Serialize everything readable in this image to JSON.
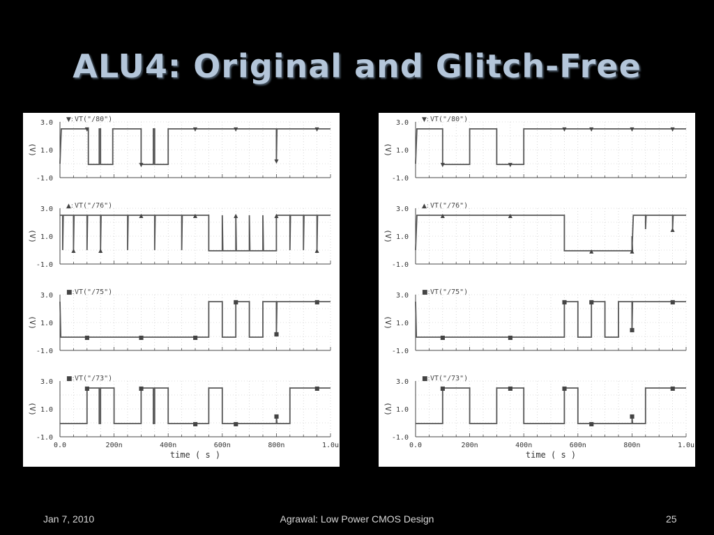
{
  "slide": {
    "title": "ALU4: Original and Glitch-Free",
    "footer_date": "Jan 7, 2010",
    "footer_center": "Agrawal: Low Power CMOS Design",
    "page_number": "25"
  },
  "colors": {
    "background": "#000000",
    "title": "#b4c6da",
    "plot_background": "#ffffff",
    "trace": "#555555",
    "grid": "#bdbdbd"
  },
  "chart_data": [
    {
      "type": "line",
      "panel": "left",
      "xlabel": "time ( s )",
      "x_ticks": [
        "0.0",
        "200n",
        "400n",
        "600n",
        "800n",
        "1.0u"
      ],
      "xlim": [
        0,
        1000
      ],
      "y_ticks": [
        "3.0",
        "1.0",
        "-1.0"
      ],
      "ylim": [
        -1.0,
        3.0
      ],
      "ylabel": "(V)",
      "grid": true,
      "series": [
        {
          "name": "VT(\"/80\")",
          "marker": "▼",
          "points": [
            [
              0,
              0
            ],
            [
              5,
              2.5
            ],
            [
              105,
              2.5
            ],
            [
              105,
              -0.05
            ],
            [
              145,
              -0.05
            ],
            [
              145,
              2.5
            ],
            [
              150,
              2.5
            ],
            [
              150,
              -0.05
            ],
            [
              195,
              -0.05
            ],
            [
              195,
              2.5
            ],
            [
              300,
              2.5
            ],
            [
              300,
              -0.05
            ],
            [
              345,
              -0.05
            ],
            [
              345,
              2.5
            ],
            [
              350,
              2.5
            ],
            [
              350,
              -0.05
            ],
            [
              400,
              -0.05
            ],
            [
              400,
              2.5
            ],
            [
              800,
              2.5
            ],
            [
              800,
              0.2
            ],
            [
              802,
              2.5
            ],
            [
              1000,
              2.5
            ]
          ],
          "marker_x": [
            100,
            300,
            500,
            650,
            800,
            950
          ]
        },
        {
          "name": "VT(\"/76\")",
          "marker": "▲",
          "points": [
            [
              0,
              2.5
            ],
            [
              10,
              2.5
            ],
            [
              10,
              0
            ],
            [
              12,
              2.5
            ],
            [
              50,
              2.5
            ],
            [
              50,
              0
            ],
            [
              52,
              2.5
            ],
            [
              100,
              2.5
            ],
            [
              100,
              0
            ],
            [
              102,
              2.5
            ],
            [
              150,
              2.5
            ],
            [
              150,
              0
            ],
            [
              152,
              2.5
            ],
            [
              250,
              2.5
            ],
            [
              250,
              0
            ],
            [
              252,
              2.5
            ],
            [
              350,
              2.5
            ],
            [
              350,
              0
            ],
            [
              352,
              2.5
            ],
            [
              450,
              2.5
            ],
            [
              450,
              0
            ],
            [
              452,
              2.5
            ],
            [
              550,
              2.5
            ],
            [
              550,
              -0.05
            ],
            [
              600,
              -0.05
            ],
            [
              600,
              2.5
            ],
            [
              602,
              -0.05
            ],
            [
              650,
              -0.05
            ],
            [
              650,
              2.5
            ],
            [
              652,
              -0.05
            ],
            [
              700,
              -0.05
            ],
            [
              700,
              2.5
            ],
            [
              702,
              -0.05
            ],
            [
              750,
              -0.05
            ],
            [
              750,
              2.5
            ],
            [
              752,
              -0.05
            ],
            [
              800,
              -0.05
            ],
            [
              800,
              2.5
            ],
            [
              850,
              2.5
            ],
            [
              850,
              0
            ],
            [
              852,
              2.5
            ],
            [
              900,
              2.5
            ],
            [
              900,
              0
            ],
            [
              902,
              2.5
            ],
            [
              950,
              2.5
            ],
            [
              950,
              0
            ],
            [
              952,
              2.5
            ],
            [
              1000,
              2.5
            ]
          ],
          "marker_x": [
            50,
            150,
            300,
            500,
            650,
            800,
            950
          ]
        },
        {
          "name": "VT(\"/75\")",
          "marker": "■",
          "points": [
            [
              0,
              2.5
            ],
            [
              3,
              -0.05
            ],
            [
              550,
              -0.05
            ],
            [
              550,
              2.5
            ],
            [
              600,
              2.5
            ],
            [
              600,
              -0.05
            ],
            [
              650,
              -0.05
            ],
            [
              650,
              2.5
            ],
            [
              700,
              2.5
            ],
            [
              700,
              -0.05
            ],
            [
              750,
              -0.05
            ],
            [
              750,
              2.5
            ],
            [
              800,
              2.5
            ],
            [
              800,
              0.2
            ],
            [
              802,
              2.5
            ],
            [
              1000,
              2.5
            ]
          ],
          "marker_x": [
            100,
            300,
            500,
            650,
            800,
            950
          ]
        },
        {
          "name": "VT(\"/73\")",
          "marker": "■",
          "points": [
            [
              0,
              -0.05
            ],
            [
              100,
              -0.05
            ],
            [
              100,
              2.5
            ],
            [
              145,
              2.5
            ],
            [
              145,
              -0.05
            ],
            [
              150,
              -0.05
            ],
            [
              150,
              2.5
            ],
            [
              200,
              2.5
            ],
            [
              200,
              -0.05
            ],
            [
              300,
              -0.05
            ],
            [
              300,
              2.5
            ],
            [
              345,
              2.5
            ],
            [
              345,
              -0.05
            ],
            [
              350,
              -0.05
            ],
            [
              350,
              2.5
            ],
            [
              400,
              2.5
            ],
            [
              400,
              -0.05
            ],
            [
              550,
              -0.05
            ],
            [
              550,
              2.5
            ],
            [
              600,
              2.5
            ],
            [
              600,
              -0.05
            ],
            [
              800,
              -0.05
            ],
            [
              800,
              0.5
            ],
            [
              802,
              -0.05
            ],
            [
              850,
              -0.05
            ],
            [
              850,
              2.5
            ],
            [
              1000,
              2.5
            ]
          ],
          "marker_x": [
            100,
            300,
            500,
            650,
            800,
            950
          ]
        }
      ]
    },
    {
      "type": "line",
      "panel": "right",
      "xlabel": "time ( s )",
      "x_ticks": [
        "0.0",
        "200n",
        "400n",
        "600n",
        "800n",
        "1.0u"
      ],
      "xlim": [
        0,
        1000
      ],
      "y_ticks": [
        "3.0",
        "1.0",
        "-1.0"
      ],
      "ylim": [
        -1.0,
        3.0
      ],
      "ylabel": "(V)",
      "grid": true,
      "series": [
        {
          "name": "VT(\"/80\")",
          "marker": "▼",
          "points": [
            [
              0,
              0
            ],
            [
              5,
              2.5
            ],
            [
              100,
              2.5
            ],
            [
              100,
              -0.05
            ],
            [
              200,
              -0.05
            ],
            [
              200,
              2.5
            ],
            [
              300,
              2.5
            ],
            [
              300,
              -0.05
            ],
            [
              400,
              -0.05
            ],
            [
              400,
              2.5
            ],
            [
              1000,
              2.5
            ]
          ],
          "marker_x": [
            100,
            350,
            550,
            650,
            800,
            950
          ]
        },
        {
          "name": "VT(\"/76\")",
          "marker": "▲",
          "points": [
            [
              0,
              0
            ],
            [
              5,
              2.5
            ],
            [
              550,
              2.5
            ],
            [
              550,
              -0.05
            ],
            [
              800,
              -0.05
            ],
            [
              800,
              1.0
            ],
            [
              802,
              -0.05
            ],
            [
              800,
              -0.05
            ],
            [
              805,
              2.5
            ],
            [
              850,
              2.5
            ],
            [
              850,
              1.5
            ],
            [
              852,
              2.5
            ],
            [
              950,
              2.5
            ],
            [
              950,
              1.5
            ],
            [
              952,
              2.5
            ],
            [
              1000,
              2.5
            ]
          ],
          "marker_x": [
            100,
            350,
            650,
            800,
            950
          ]
        },
        {
          "name": "VT(\"/75\")",
          "marker": "■",
          "points": [
            [
              0,
              2.5
            ],
            [
              3,
              -0.05
            ],
            [
              550,
              -0.05
            ],
            [
              550,
              2.5
            ],
            [
              600,
              2.5
            ],
            [
              600,
              -0.05
            ],
            [
              650,
              -0.05
            ],
            [
              650,
              2.5
            ],
            [
              700,
              2.5
            ],
            [
              700,
              -0.05
            ],
            [
              750,
              -0.05
            ],
            [
              750,
              2.5
            ],
            [
              800,
              2.5
            ],
            [
              800,
              0.5
            ],
            [
              802,
              2.5
            ],
            [
              1000,
              2.5
            ]
          ],
          "marker_x": [
            100,
            350,
            550,
            650,
            800,
            950
          ]
        },
        {
          "name": "VT(\"/73\")",
          "marker": "■",
          "points": [
            [
              0,
              -0.05
            ],
            [
              100,
              -0.05
            ],
            [
              100,
              2.5
            ],
            [
              200,
              2.5
            ],
            [
              200,
              -0.05
            ],
            [
              300,
              -0.05
            ],
            [
              300,
              2.5
            ],
            [
              400,
              2.5
            ],
            [
              400,
              -0.05
            ],
            [
              550,
              -0.05
            ],
            [
              550,
              2.5
            ],
            [
              600,
              2.5
            ],
            [
              600,
              -0.05
            ],
            [
              800,
              -0.05
            ],
            [
              800,
              0.5
            ],
            [
              802,
              -0.05
            ],
            [
              850,
              -0.05
            ],
            [
              850,
              2.5
            ],
            [
              1000,
              2.5
            ]
          ],
          "marker_x": [
            100,
            350,
            550,
            650,
            800,
            950
          ]
        }
      ]
    }
  ]
}
